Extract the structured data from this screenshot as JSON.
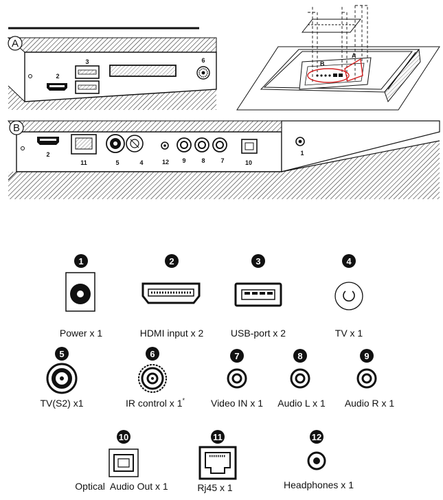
{
  "panel_a": {
    "letter": "A",
    "port_numbers": [
      "2",
      "3",
      "6"
    ]
  },
  "panel_b": {
    "letter": "B",
    "port_numbers": [
      "2",
      "11",
      "5",
      "4",
      "12",
      "9",
      "8",
      "7",
      "10",
      "1"
    ]
  },
  "tv_rear": {
    "label_a": "A",
    "label_b": "B"
  },
  "connectors": [
    {
      "number": "1",
      "label": "Power x 1"
    },
    {
      "number": "2",
      "label": "HDMI input x 2"
    },
    {
      "number": "3",
      "label": "USB-port x 2"
    },
    {
      "number": "4",
      "label": "TV x 1"
    },
    {
      "number": "5",
      "label": "TV(S2) x1"
    },
    {
      "number": "6",
      "label": "IR control x 1",
      "note_mark": "*"
    },
    {
      "number": "7",
      "label": "Video IN x 1"
    },
    {
      "number": "8",
      "label": "Audio L x 1"
    },
    {
      "number": "9",
      "label": "Audio R x 1"
    },
    {
      "number": "10",
      "label": "Optical  Audio Out x 1"
    },
    {
      "number": "11",
      "label": "Rj45 x 1"
    },
    {
      "number": "12",
      "label": "Headphones x 1"
    }
  ],
  "colors": {
    "badge": "#111111",
    "callout": "#d42020"
  }
}
